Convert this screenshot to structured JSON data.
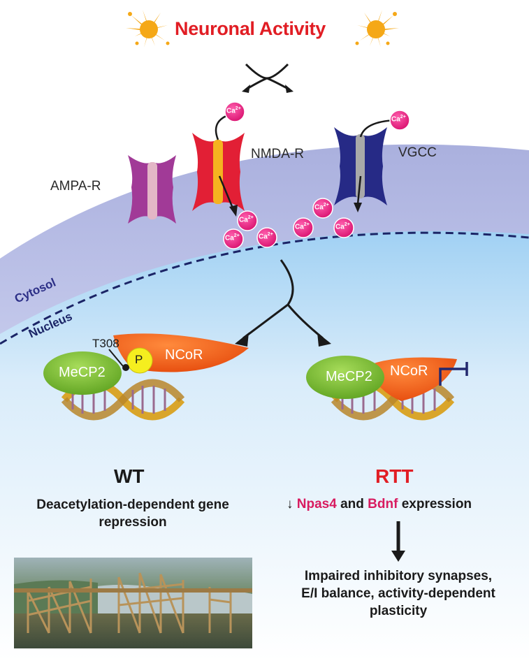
{
  "title": "Neuronal Activity",
  "receptors": {
    "ampa": "AMPA-R",
    "nmda": "NMDA-R",
    "vgcc": "VGCC"
  },
  "ion": {
    "base": "Ca",
    "charge": "2+"
  },
  "compartments": {
    "cytosol": "Cytosol",
    "nucleus": "Nucleus"
  },
  "wt": {
    "site": "T308",
    "phospho": "P",
    "mecp2": "MeCP2",
    "ncor": "NCoR",
    "label": "WT",
    "desc_line1": "Deacetylation-dependent gene",
    "desc_line2": "repression"
  },
  "rtt": {
    "mecp2": "MeCP2",
    "ncor": "NCoR",
    "label": "RTT",
    "arrow": "↓",
    "gene1": "Npas4",
    "and": "and",
    "gene2": "Bdnf",
    "expression": "expression",
    "outcome_line1": "Impaired inhibitory synapses,",
    "outcome_line2": "E/I balance, activity-dependent",
    "outcome_line3": "plasticity"
  },
  "colors": {
    "title": "#e11d24",
    "rtt": "#e11d24",
    "membrane": "#b9bfe4",
    "nucleus": "#d9ecfa",
    "ampa": "#a13a97",
    "nmda": "#e21f35",
    "vgcc": "#262a86",
    "calcium": "#e5167b",
    "mecp2": "#7dbf2f",
    "ncor": "#ee5a10",
    "phospho": "#f5ee1f",
    "gene_highlight": "#d81b60"
  }
}
